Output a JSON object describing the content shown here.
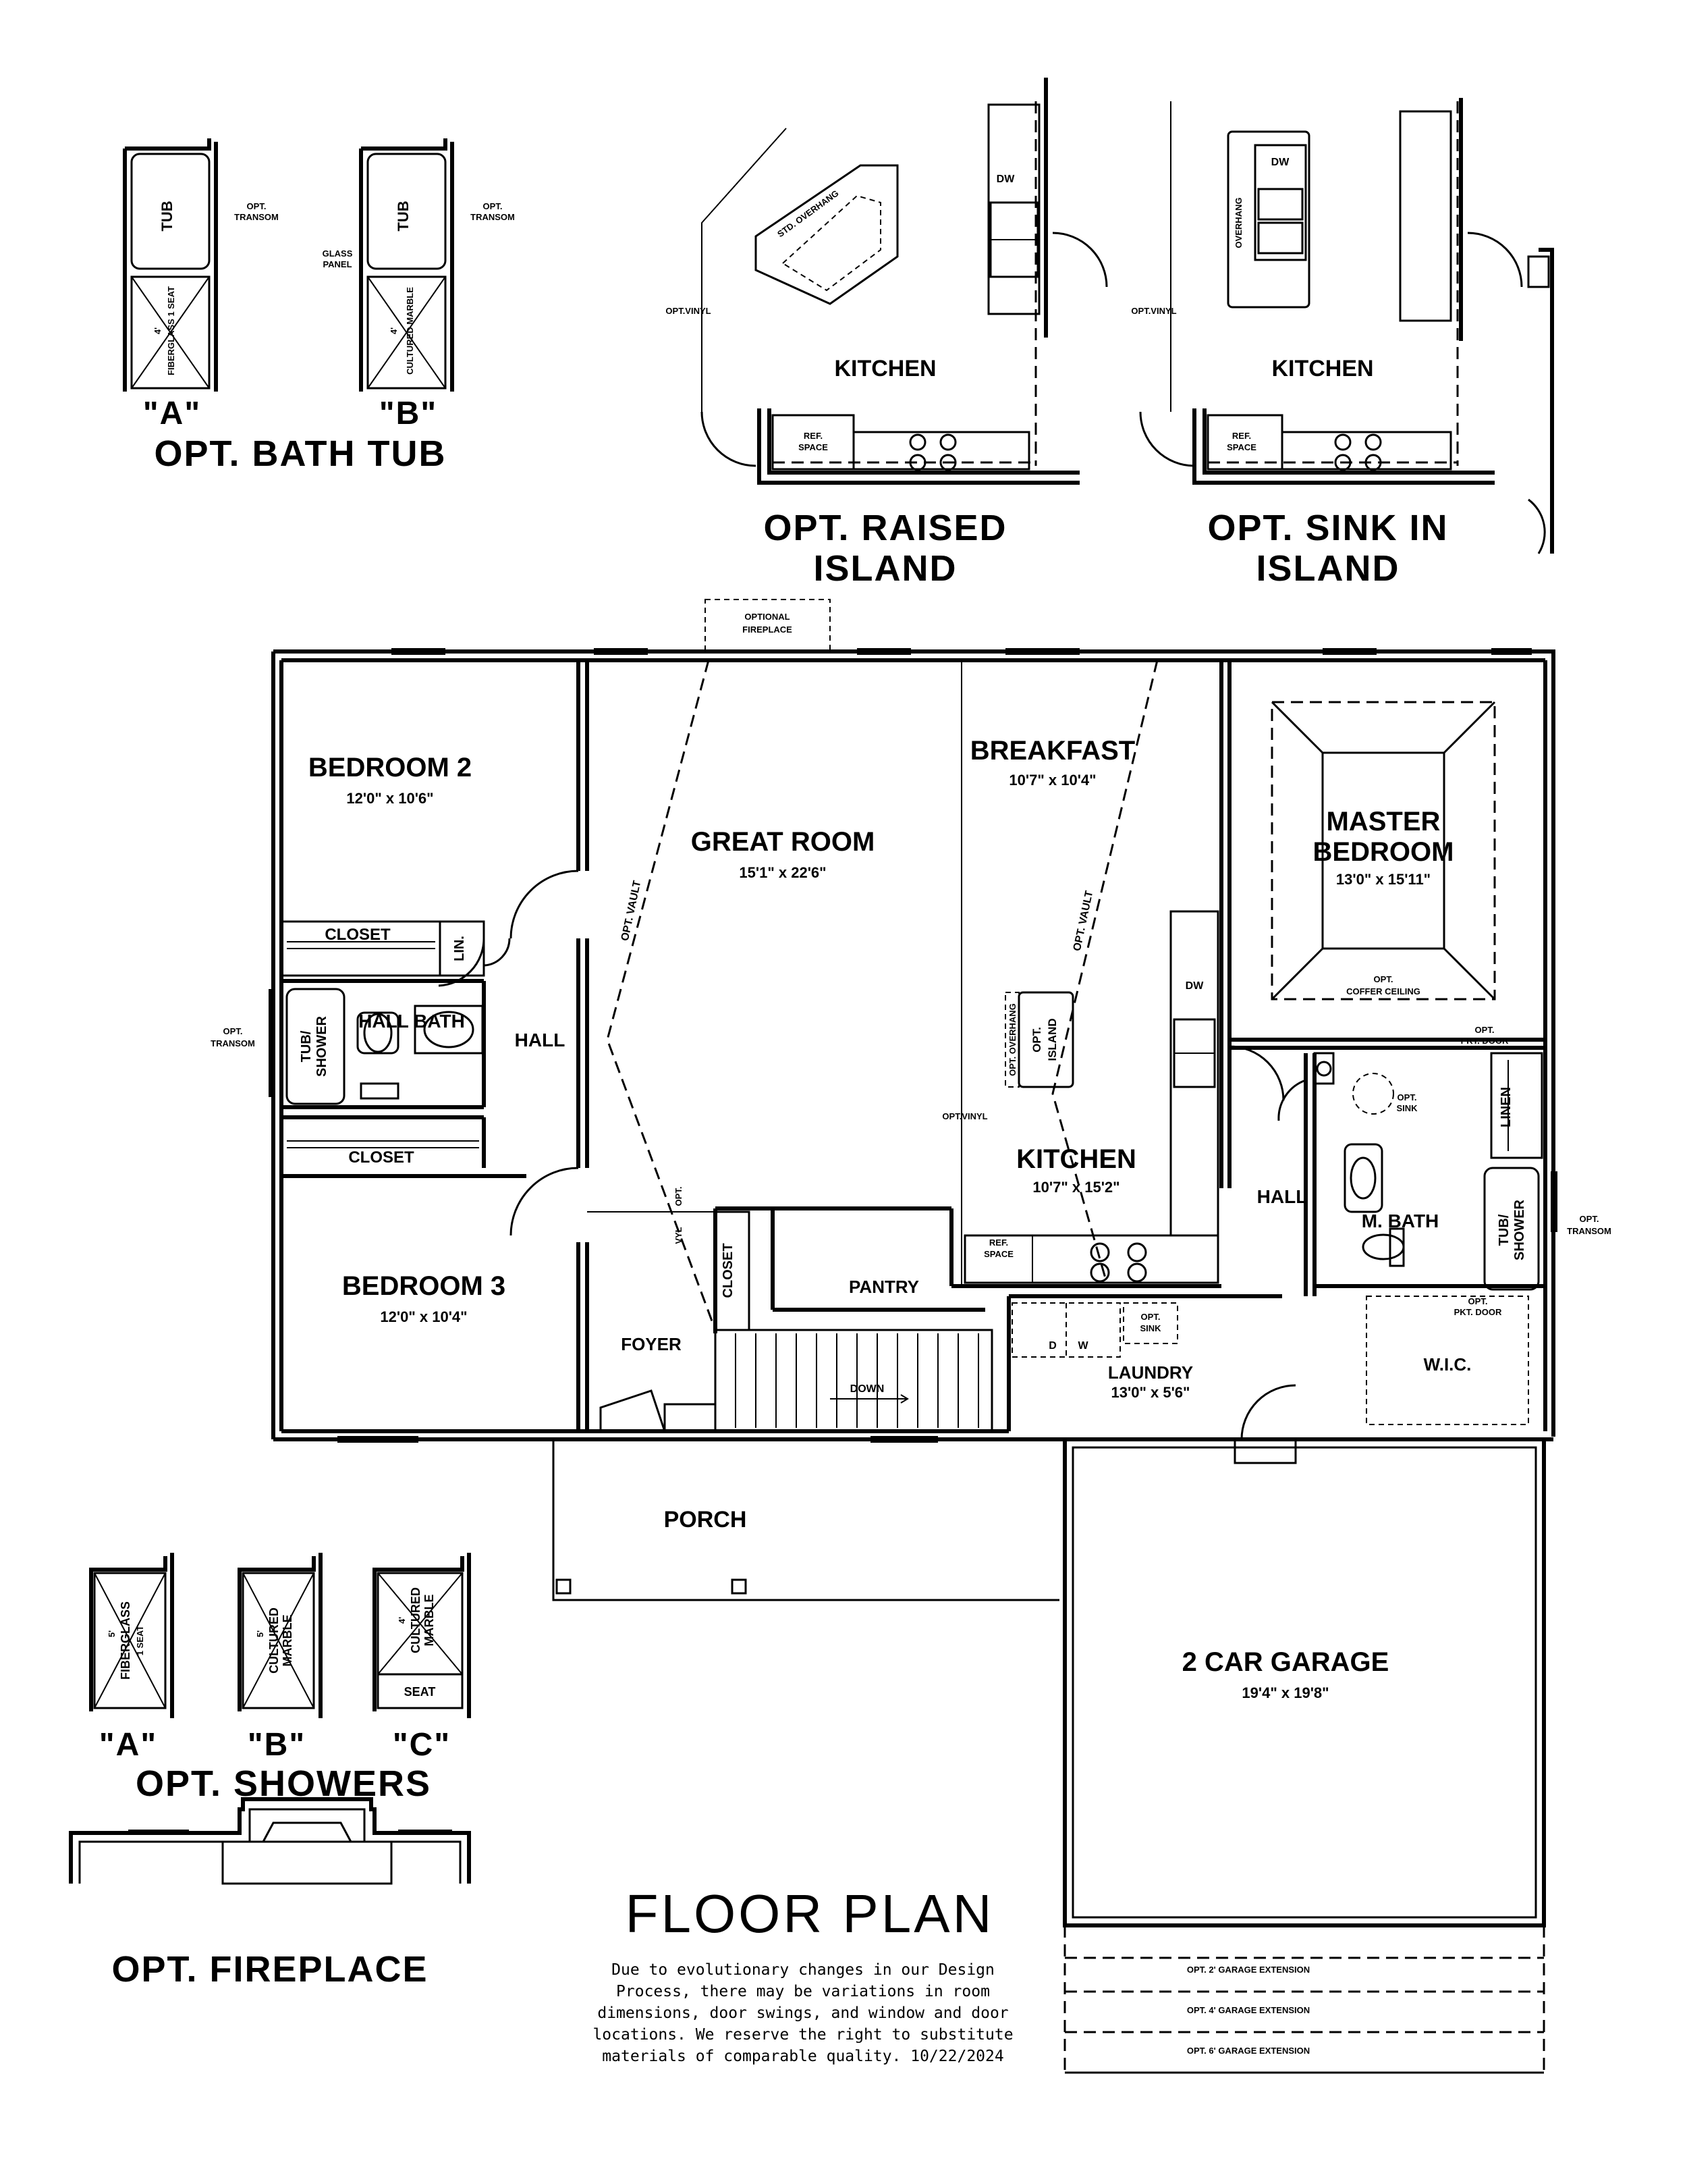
{
  "title": "FLOOR PLAN",
  "disclaimer": [
    "Due to evolutionary changes in our Design",
    "Process, there may be variations in room",
    "dimensions, door swings, and window and door",
    "locations. We reserve the right to substitute",
    "materials of comparable quality. 10/22/2024"
  ],
  "rooms": {
    "bedroom2": {
      "name": "BEDROOM 2",
      "dims": "12'0\" x 10'6\""
    },
    "bedroom3": {
      "name": "BEDROOM 3",
      "dims": "12'0\" x 10'4\""
    },
    "great_room": {
      "name": "GREAT ROOM",
      "dims": "15'1\" x 22'6\""
    },
    "breakfast": {
      "name": "BREAKFAST",
      "dims": "10'7\" x 10'4\""
    },
    "kitchen": {
      "name": "KITCHEN",
      "dims": "10'7\" x 15'2\""
    },
    "master_bedroom": {
      "name_line1": "MASTER",
      "name_line2": "BEDROOM",
      "dims": "13'0\" x 15'11\""
    },
    "laundry": {
      "name": "LAUNDRY",
      "dims": "13'0\" x 5'6\""
    },
    "garage": {
      "name": "2 CAR GARAGE",
      "dims": "19'4\" x 19'8\""
    },
    "porch": "PORCH",
    "foyer": "FOYER",
    "pantry": "PANTRY",
    "hall_left": "HALL",
    "hall_right": "HALL",
    "hall_bath": "HALL BATH",
    "m_bath": "M. BATH",
    "wic": "W.I.C.",
    "closet_top": "CLOSET",
    "closet_bottom": "CLOSET",
    "closet_foyer": "CLOSET",
    "lin": "LIN.",
    "linen": "LINEN",
    "tub_shower_1": "TUB/",
    "tub_shower_2": "SHOWER"
  },
  "labels": {
    "optional_fireplace_1": "OPTIONAL",
    "optional_fireplace_2": "FIREPLACE",
    "opt_vault": "OPT. VAULT",
    "opt_coffer": "OPT.",
    "coffer_ceiling": "COFFER CEILING",
    "opt": "OPT.",
    "transom": "TRANSOM",
    "pkt_door": "PKT. DOOR",
    "sink": "SINK",
    "opt_island_1": "OPT.",
    "opt_island_2": "ISLAND",
    "opt_overhang": "OPT. OVERHANG",
    "opt_vinyl": "OPT.VINYL",
    "ref_space_1": "REF.",
    "ref_space_2": "SPACE",
    "dw": "DW",
    "d": "D",
    "w": "W",
    "down": "DOWN",
    "vyl": "VYL",
    "opt_short": "OPT.",
    "std_overhang": "STD. OVERHANG",
    "overhang": "OVERHANG",
    "tub": "TUB",
    "glass_panel_1": "GLASS",
    "glass_panel_2": "PANEL",
    "fiberglass_1seat": "FIBERGLASS 1 SEAT",
    "cultured_marble": "CULTURED MARBLE",
    "fiberglass": "FIBERGLASS",
    "one_seat": "1 SEAT",
    "cultured": "CULTURED",
    "marble": "MARBLE",
    "seat": "SEAT",
    "four_ft": "4'",
    "five_ft": "5'",
    "kitchen_inset": "KITCHEN",
    "garage_ext_2": "OPT. 2' GARAGE EXTENSION",
    "garage_ext_4": "OPT. 4' GARAGE EXTENSION",
    "garage_ext_6": "OPT. 6' GARAGE EXTENSION"
  },
  "insets": {
    "bath_tub_title": "OPT. BATH TUB",
    "raised_island_line1": "OPT. RAISED",
    "raised_island_line2": "ISLAND",
    "sink_island_line1": "OPT. SINK IN",
    "sink_island_line2": "ISLAND",
    "showers_title": "OPT. SHOWERS",
    "fireplace_title": "OPT. FIREPLACE",
    "option_a": "\"A\"",
    "option_b": "\"B\"",
    "option_c": "\"C\""
  }
}
